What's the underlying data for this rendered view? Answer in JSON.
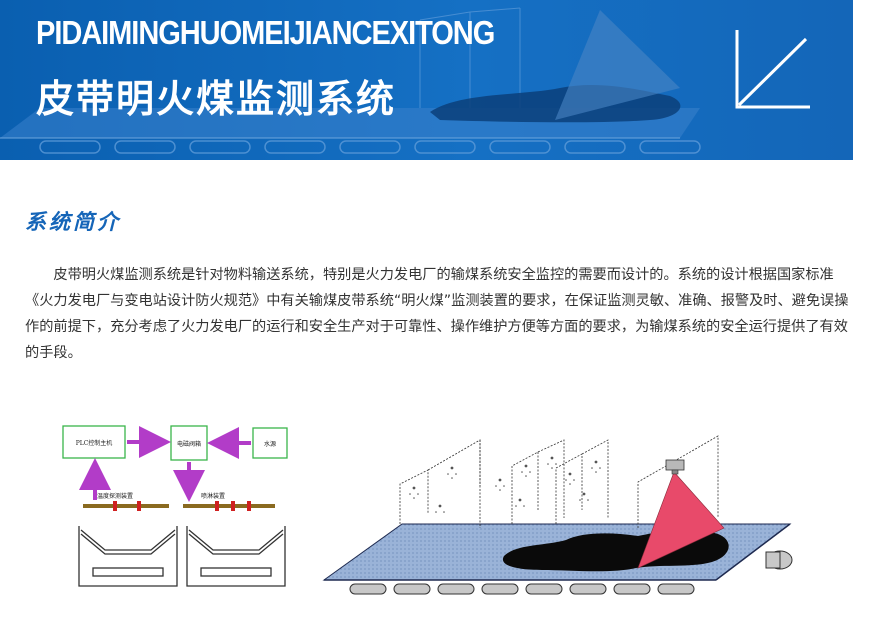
{
  "banner": {
    "pinyin": "PIDAIMINGHUOMEIJIANCEXITONG",
    "title": "皮带明火煤监测系统"
  },
  "section": {
    "heading": "系统简介",
    "intro": "皮带明火煤监测系统是针对物料输送系统，特别是火力发电厂的输煤系统安全监控的需要而设计的。系统的设计根据国家标准《火力发电厂与变电站设计防火规范》中有关输煤皮带系统“明火煤”监测装置的要求，在保证监测灵敏、准确、报警及时、避免误操作的前提下，充分考虑了火力发电厂的运行和安全生产对于可靠性、操作维护方便等方面的要求，为输煤系统的安全运行提供了有效的手段。"
  },
  "diagram": {
    "plc_label": "PLC控制主机",
    "valve_label": "电磁阀箱",
    "water_label": "水源",
    "detector_label": "温度探测装置",
    "spray_label": "喷淋装置",
    "box_color": "#3ab54a",
    "arrow_color": "#b23cc8"
  },
  "colors": {
    "banner_blue": "#1570c4",
    "heading_blue": "#1565b8",
    "body_text": "#333333",
    "flame_red": "#e84a6a",
    "belt_blue": "#9ab3d8"
  }
}
